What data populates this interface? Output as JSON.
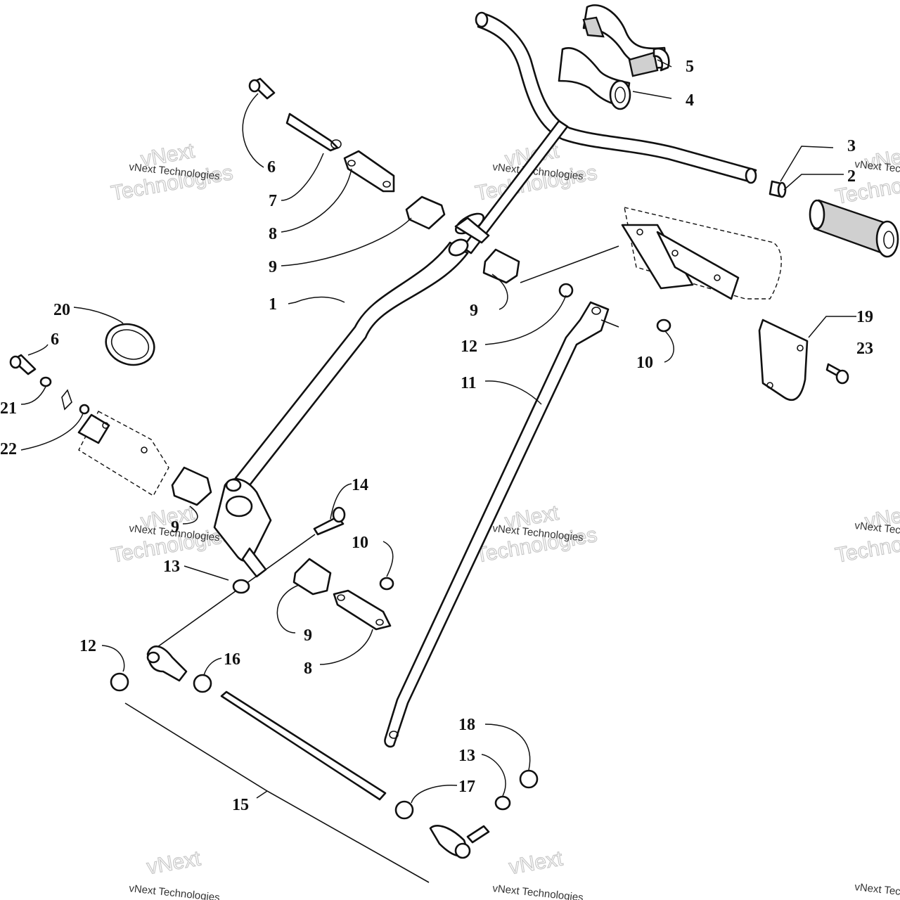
{
  "diagram": {
    "callouts": [
      {
        "id": "c1",
        "label": "1"
      },
      {
        "id": "c2",
        "label": "2"
      },
      {
        "id": "c3",
        "label": "3"
      },
      {
        "id": "c4",
        "label": "4"
      },
      {
        "id": "c5",
        "label": "5"
      },
      {
        "id": "c6a",
        "label": "6"
      },
      {
        "id": "c6b",
        "label": "6"
      },
      {
        "id": "c7",
        "label": "7"
      },
      {
        "id": "c8a",
        "label": "8"
      },
      {
        "id": "c8b",
        "label": "8"
      },
      {
        "id": "c9a",
        "label": "9"
      },
      {
        "id": "c9b",
        "label": "9"
      },
      {
        "id": "c9c",
        "label": "9"
      },
      {
        "id": "c9d",
        "label": "9"
      },
      {
        "id": "c10a",
        "label": "10"
      },
      {
        "id": "c10b",
        "label": "10"
      },
      {
        "id": "c11",
        "label": "11"
      },
      {
        "id": "c12a",
        "label": "12"
      },
      {
        "id": "c12b",
        "label": "12"
      },
      {
        "id": "c13a",
        "label": "13"
      },
      {
        "id": "c13b",
        "label": "13"
      },
      {
        "id": "c14",
        "label": "14"
      },
      {
        "id": "c15",
        "label": "15"
      },
      {
        "id": "c16",
        "label": "16"
      },
      {
        "id": "c17",
        "label": "17"
      },
      {
        "id": "c18",
        "label": "18"
      },
      {
        "id": "c19",
        "label": "19"
      },
      {
        "id": "c20",
        "label": "20"
      },
      {
        "id": "c21",
        "label": "21"
      },
      {
        "id": "c22",
        "label": "22"
      },
      {
        "id": "c23",
        "label": "23"
      }
    ]
  },
  "watermark": {
    "small": "vNext Technologies",
    "big": "Technologies",
    "corner": "vNext"
  }
}
